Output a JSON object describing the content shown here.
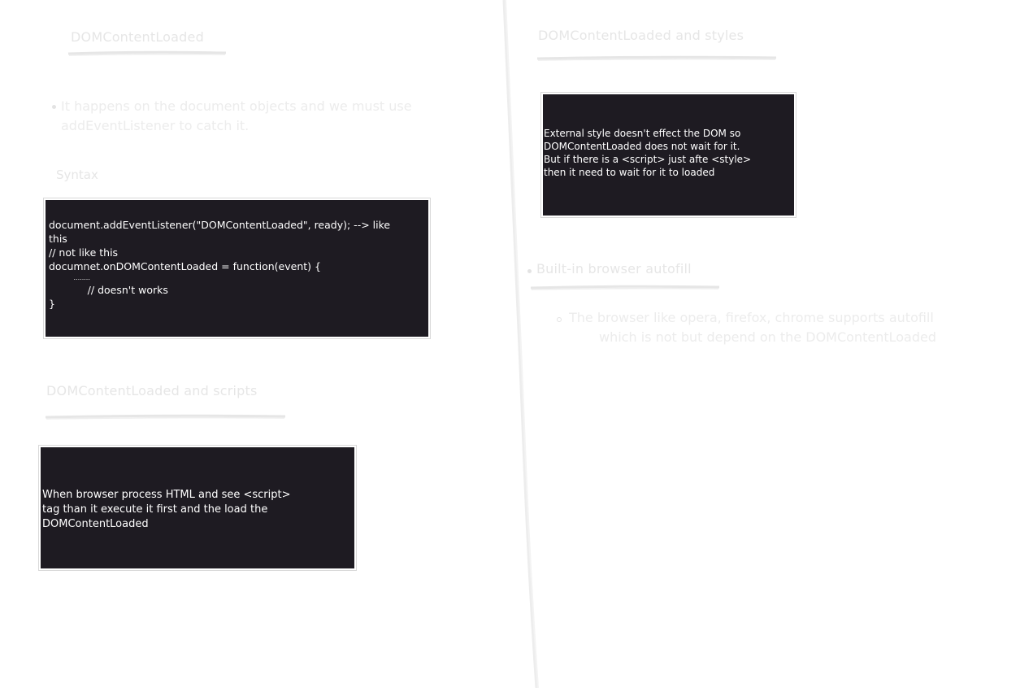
{
  "colors": {
    "background": "#ffffff",
    "faint_text": "#ececec",
    "box_fill": "#1e1b22",
    "box_text": "#ffffff"
  },
  "left": {
    "title": "DOMContentLoaded",
    "bullet": "It happens on the document  objects and we must use addEventListener to catch it.",
    "syntax_label": "Syntax",
    "code_box": {
      "lines": [
        "document.addEventListener(\"DOMContentLoaded\", ready); --> like",
        "this",
        "// not like this",
        "documnet.onDOMContentLoaded = function(event) {",
        "            ........",
        "            // doesn't works",
        "}"
      ]
    },
    "scripts_title": "DOMContentLoaded and scripts",
    "scripts_box": {
      "lines": [
        "When browser process HTML and see <script>",
        "tag than it execute it first and the load the",
        "DOMContentLoaded"
      ]
    }
  },
  "right": {
    "title": "DOMContentLoaded and styles",
    "styles_box": {
      "lines": [
        "External style doesn't effect the DOM so",
        "DOMContentLoaded does not wait for it.",
        "But if there is a <script> just afte <style>",
        "then it need to wait for it to loaded"
      ]
    },
    "autofill_title": "Built-in browser autofill",
    "autofill_bullet_line1": "The browser like opera, firefox, chrome supports autofill",
    "autofill_bullet_line2": "which is not but depend on the DOMContentLoaded"
  }
}
